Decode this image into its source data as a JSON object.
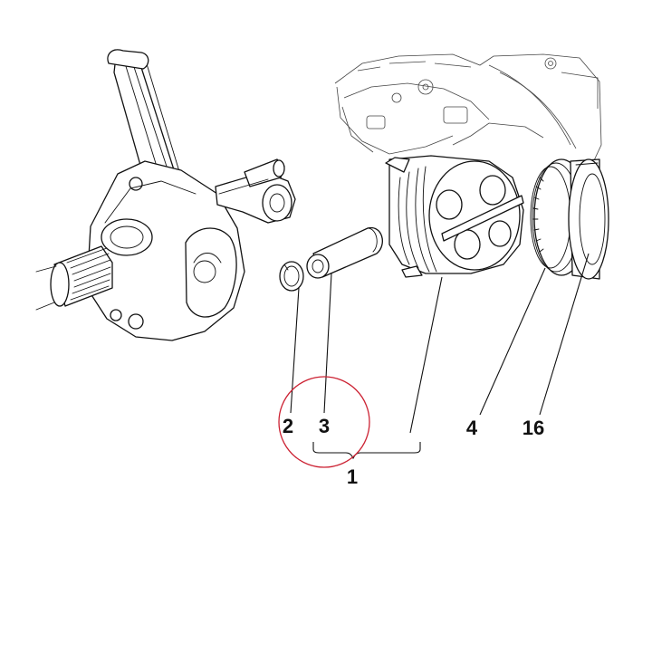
{
  "labels": {
    "circlip": "2",
    "piston_pin": "3",
    "piston_assembly": "1",
    "piston_rings": "4",
    "cylinder": "16"
  },
  "colors": {
    "line": "#111111",
    "highlight": "#cc2233",
    "background": "#ffffff"
  }
}
